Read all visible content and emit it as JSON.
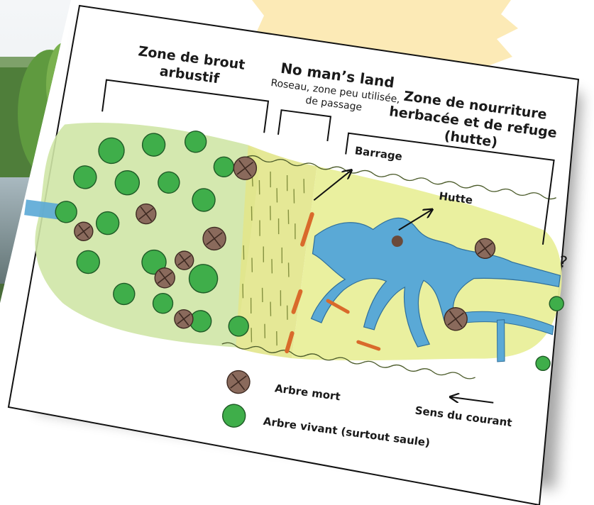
{
  "zones": {
    "browse": {
      "title_line1": "Zone de brout",
      "title_line2": "arbustif"
    },
    "no_mans_land": {
      "title": "No man’s land",
      "subtitle_line1": "Roseau, zone peu utilisée,",
      "subtitle_line2": "de passage"
    },
    "feeding": {
      "title_line1": "Zone de nourriture",
      "title_line2": "herbacée et de refuge",
      "title_line3": "(hutte)"
    }
  },
  "annotations": {
    "dam": "Barrage",
    "lodge": "Hutte",
    "question_mark": "?",
    "current": "Sens du courant"
  },
  "legend": {
    "dead_tree": "Arbre mort",
    "living_tree": "Arbre vivant (surtout saule)"
  },
  "colors": {
    "accent_sun": "#fbe6a9",
    "water": "#5aa9d6",
    "living_tree": "#3fae4a",
    "dead_tree": "#8a6a5c",
    "dam": "#d96a2b",
    "meadow": "#e9ef9a",
    "shrub_zone": "#cfe6a6"
  }
}
